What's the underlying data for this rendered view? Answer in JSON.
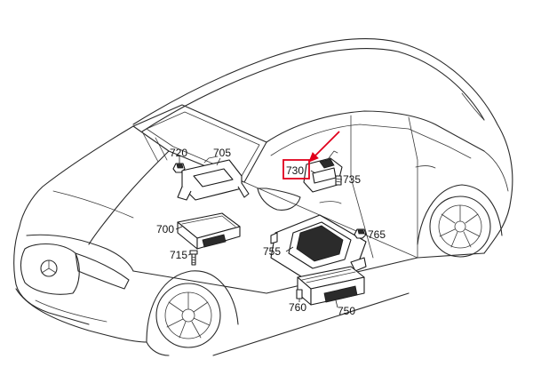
{
  "diagram": {
    "callouts": {
      "c720": "720",
      "c705": "705",
      "c700": "700",
      "c715": "715",
      "c730": "730",
      "c735": "735",
      "c755": "755",
      "c765": "765",
      "c760": "760",
      "c750": "750"
    },
    "highlight_color": "#e0001b",
    "line_color": "#1a1a1a"
  }
}
